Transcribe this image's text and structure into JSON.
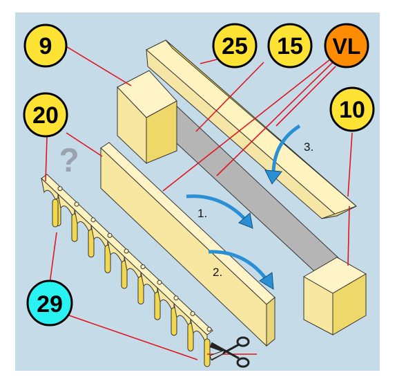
{
  "colors": {
    "background": "#c5dbe8",
    "badge_yellow": "#ffe334",
    "badge_orange": "#ff8c00",
    "badge_cyan": "#28f2f2",
    "leader_line": "#e0141e",
    "wood_light": "#fff3c0",
    "wood_mid": "#f7e7a0",
    "wood_dark": "#e9d47a",
    "grey_panel": "#b5b5b5",
    "arrow_blue": "#2a8fd4"
  },
  "badges": [
    {
      "id": "9",
      "label": "9"
    },
    {
      "id": "25",
      "label": "25"
    },
    {
      "id": "15",
      "label": "15"
    },
    {
      "id": "vl",
      "label": "VL"
    },
    {
      "id": "20",
      "label": "20"
    },
    {
      "id": "10",
      "label": "10"
    },
    {
      "id": "29",
      "label": "29"
    }
  ],
  "steps": [
    "1.",
    "2.",
    "3."
  ],
  "question_mark": "?",
  "icons": {
    "scissors": "scissors-icon",
    "question": "question-mark-icon"
  }
}
